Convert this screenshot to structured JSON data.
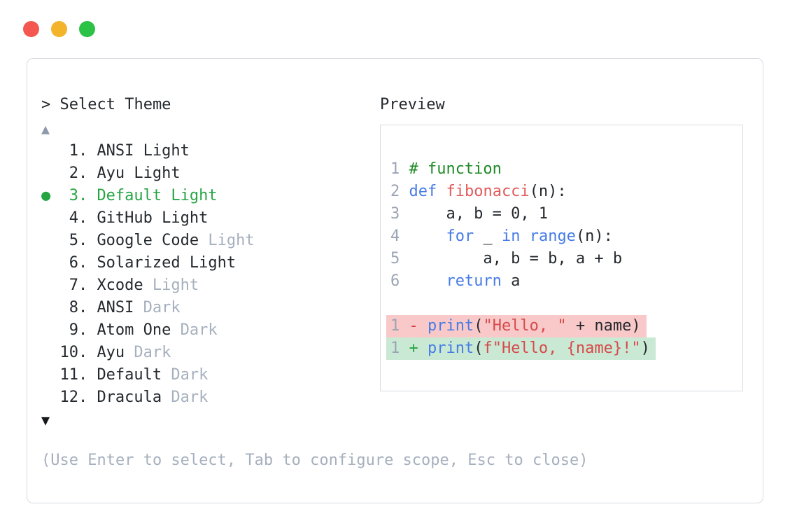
{
  "window": {
    "traffic_lights": [
      "close-button",
      "minimize-button",
      "zoom-button"
    ]
  },
  "colors": {
    "accent_green": "#27a544",
    "keyword_blue": "#477ce6",
    "function_red": "#e25b5b",
    "string_red": "#d64a4a",
    "comment_green": "#1f8b27",
    "muted_gray": "#a6b0be",
    "line_number_gray": "#9aa4b4",
    "diff_removed_bg": "#f8c9c8",
    "diff_added_bg": "#cae9d4",
    "border_gray": "#d7dbe1",
    "dot_red": "#f4574f",
    "dot_yellow": "#f3b32a",
    "dot_green": "#2cc246"
  },
  "theme_picker": {
    "prompt": "> Select Theme",
    "scroll_up_icon": "▲",
    "scroll_down_icon": "▼",
    "selected_bullet": "●",
    "items": [
      {
        "number": "1.",
        "name": "ANSI Light",
        "suffix": "",
        "selected": false
      },
      {
        "number": "2.",
        "name": "Ayu Light",
        "suffix": "",
        "selected": false
      },
      {
        "number": "3.",
        "name": "Default Light",
        "suffix": "",
        "selected": true
      },
      {
        "number": "4.",
        "name": "GitHub Light",
        "suffix": "",
        "selected": false
      },
      {
        "number": "5.",
        "name": "Google Code",
        "suffix": " Light",
        "selected": false
      },
      {
        "number": "6.",
        "name": "Solarized Light",
        "suffix": "",
        "selected": false
      },
      {
        "number": "7.",
        "name": "Xcode",
        "suffix": " Light",
        "selected": false
      },
      {
        "number": "8.",
        "name": "ANSI",
        "suffix": " Dark",
        "selected": false
      },
      {
        "number": "9.",
        "name": "Atom One",
        "suffix": " Dark",
        "selected": false
      },
      {
        "number": "10.",
        "name": "Ayu",
        "suffix": " Dark",
        "selected": false
      },
      {
        "number": "11.",
        "name": "Default",
        "suffix": " Dark",
        "selected": false
      },
      {
        "number": "12.",
        "name": "Dracula",
        "suffix": " Dark",
        "selected": false
      }
    ],
    "help": "(Use Enter to select, Tab to configure scope, Esc to close)"
  },
  "preview": {
    "title": "Preview",
    "code_lines": [
      {
        "num": "1",
        "tokens": [
          {
            "t": "# function",
            "c": "com"
          }
        ]
      },
      {
        "num": "2",
        "tokens": [
          {
            "t": "def",
            "c": "kw"
          },
          {
            "t": " ",
            "c": ""
          },
          {
            "t": "fibonacci",
            "c": "fn"
          },
          {
            "t": "(n):",
            "c": ""
          }
        ]
      },
      {
        "num": "3",
        "tokens": [
          {
            "t": "    a, b = 0, 1",
            "c": ""
          }
        ]
      },
      {
        "num": "4",
        "tokens": [
          {
            "t": "    ",
            "c": ""
          },
          {
            "t": "for",
            "c": "kw"
          },
          {
            "t": " _ ",
            "c": ""
          },
          {
            "t": "in",
            "c": "kw"
          },
          {
            "t": " ",
            "c": ""
          },
          {
            "t": "range",
            "c": "kw"
          },
          {
            "t": "(n):",
            "c": ""
          }
        ]
      },
      {
        "num": "5",
        "tokens": [
          {
            "t": "        a, b = b, a + b",
            "c": ""
          }
        ]
      },
      {
        "num": "6",
        "tokens": [
          {
            "t": "    ",
            "c": ""
          },
          {
            "t": "return",
            "c": "kw"
          },
          {
            "t": " a",
            "c": ""
          }
        ]
      },
      {
        "num": "",
        "tokens": []
      }
    ],
    "diff_lines": [
      {
        "num": "1",
        "sign": "-",
        "kind": "removed",
        "tokens": [
          {
            "t": "print",
            "c": "kw"
          },
          {
            "t": "(",
            "c": ""
          },
          {
            "t": "\"Hello, \"",
            "c": "str"
          },
          {
            "t": " + name)",
            "c": ""
          }
        ]
      },
      {
        "num": "1",
        "sign": "+",
        "kind": "added",
        "tokens": [
          {
            "t": "print",
            "c": "kw"
          },
          {
            "t": "(",
            "c": ""
          },
          {
            "t": "f\"Hello, {name}!\"",
            "c": "str"
          },
          {
            "t": ")",
            "c": ""
          }
        ]
      }
    ]
  }
}
